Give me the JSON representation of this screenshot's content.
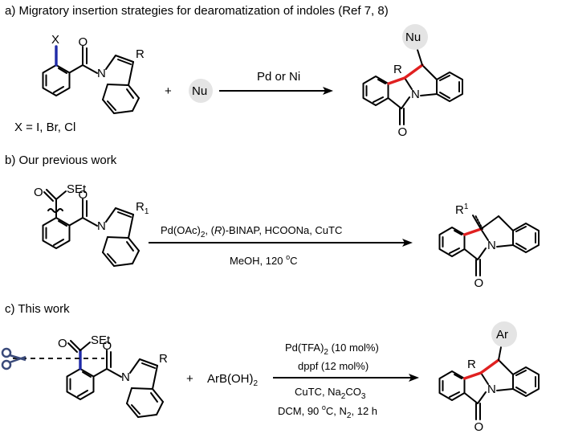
{
  "sections": {
    "a": {
      "title": "a) Migratory insertion strategies for dearomatization of indoles (Ref 7, 8)",
      "halide_label": "X",
      "r_label": "R",
      "nu_label": "Nu",
      "plus": "+",
      "reagent": "Pd or Ni",
      "x_definition": "X = I, Br, Cl",
      "product_nu": "Nu",
      "product_r": "R"
    },
    "b": {
      "title": "b) Our previous work",
      "set_label": "SEt",
      "r1_label": "R1",
      "conditions_line1": "Pd(OAc)2, (R)-BINAP, HCOONa, CuTC",
      "conditions_line2": "MeOH, 120 °C",
      "product_r1": "R1"
    },
    "c": {
      "title": "c) This work",
      "set_label": "SEt",
      "r_label": "R",
      "plus": "+",
      "boronic_acid": "ArB(OH)2",
      "conditions": [
        "Pd(TFA)2 (10 mol%)",
        "dppf (12 mol%)",
        "CuTC, Na2CO3",
        "DCM, 90 °C, N2, 12 h"
      ],
      "product_ar": "Ar",
      "product_r": "R"
    }
  },
  "atoms": {
    "carbonyl_o": "O",
    "indole_n": "N"
  },
  "colors": {
    "new_bond": "#e02020",
    "cleaved_bond": "#1f2aa8",
    "highlight": "#e4e4e4",
    "scissors": "#3a4a7a"
  }
}
